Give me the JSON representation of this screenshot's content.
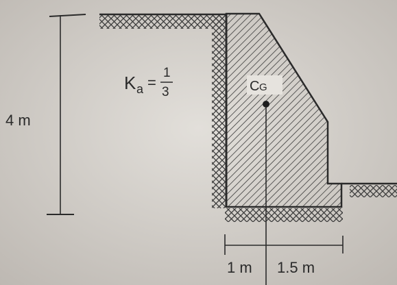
{
  "labels": {
    "height_dim": "4 m",
    "ka_prefix": "K",
    "ka_sub": "a",
    "ka_eq": "=",
    "ka_num": "1",
    "ka_den": "3",
    "cg": "C",
    "cg_sub": "G",
    "dim_left": "1 m",
    "dim_right": "1.5 m"
  },
  "colors": {
    "background": "#d4d0cb",
    "ink": "#2a2a2a",
    "wall_hatch": "#3a3a3a",
    "soil_hatch": "#3a3a3a"
  }
}
